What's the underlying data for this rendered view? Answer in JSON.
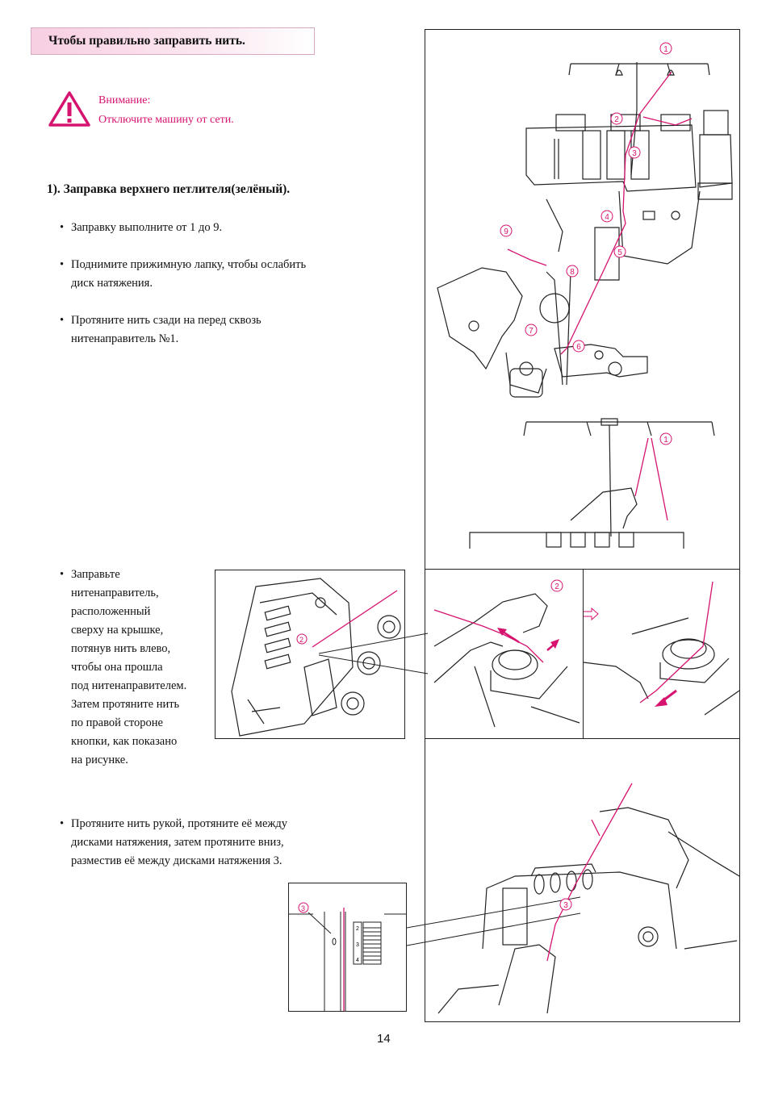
{
  "header": {
    "title": "Чтобы правильно заправить нить."
  },
  "warning": {
    "icon": "warning-triangle-icon",
    "line1": "Внимание:",
    "line2": "Отключите машину от сети."
  },
  "section": {
    "title": "1). Заправка верхнего петлителя(зелёный)."
  },
  "bullets": [
    {
      "lines": [
        "Заправку выполните от 1 до 9."
      ]
    },
    {
      "lines": [
        "Поднимите прижимную лапку, чтобы ослабить",
        "диск натяжения."
      ]
    },
    {
      "lines": [
        "Протяните нить сзади на перед сквозь",
        "нитенаправитель №1."
      ]
    },
    {
      "lines": [
        "Заправьте",
        "нитенаправитель,",
        "расположенный",
        "сверху на крышке,",
        "потянув нить влево,",
        "чтобы она прошла",
        "под нитенаправителем.",
        "Затем протяните нить",
        "по правой стороне",
        "кнопки, как показано",
        "на рисунке."
      ]
    },
    {
      "lines": [
        "Протяните нить рукой, протяните её между",
        "дисками натяжения, затем протяните вниз,",
        "разместив её между дисками натяжения 3."
      ]
    }
  ],
  "labels": {
    "n1": "1",
    "n2": "2",
    "n3": "3",
    "n4": "4",
    "n5": "5",
    "n6": "6",
    "n7": "7",
    "n8": "8",
    "n9": "9",
    "d2": "2",
    "d3": "3",
    "d4": "4"
  },
  "colors": {
    "accent": "#d6136f",
    "thread": "#d6136f",
    "line": "#222222"
  },
  "page_number": "14"
}
